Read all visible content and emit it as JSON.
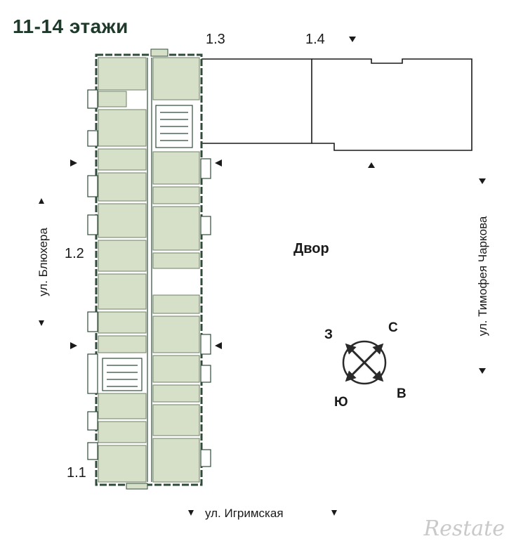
{
  "title": "11-14 этажи",
  "sections": {
    "s11": "1.1",
    "s12": "1.2",
    "s13": "1.3",
    "s14": "1.4"
  },
  "courtyard": "Двор",
  "streets": {
    "left": "ул. Блюхера",
    "right": "ул. Тимофея Чаркова",
    "bottom": "ул. Игримская"
  },
  "compass": {
    "north": "С",
    "east": "В",
    "south": "Ю",
    "west": "З"
  },
  "watermark": "Restate",
  "colors": {
    "outline": "#2f4b3a",
    "apartment_fill": "#d6e0c8",
    "title": "#1f3a2b"
  }
}
